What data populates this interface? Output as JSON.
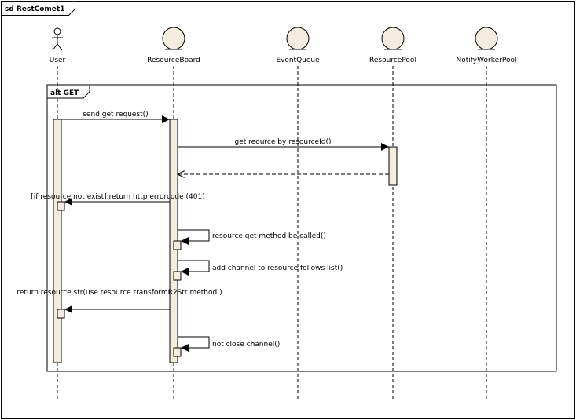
{
  "frame": {
    "title": "sd RestComet1"
  },
  "lifelines": [
    {
      "id": "user",
      "name": "User",
      "kind": "actor"
    },
    {
      "id": "board",
      "name": "ResourceBoard",
      "kind": "entity"
    },
    {
      "id": "queue",
      "name": "EventQueue",
      "kind": "entity"
    },
    {
      "id": "pool",
      "name": "ResourcePool",
      "kind": "entity"
    },
    {
      "id": "worker",
      "name": "NotifyWorkerPool",
      "kind": "entity"
    }
  ],
  "fragment": {
    "operator": "alt GET"
  },
  "messages": [
    {
      "id": "m1",
      "from": "user",
      "to": "board",
      "label": "send get request()",
      "type": "sync"
    },
    {
      "id": "m2",
      "from": "board",
      "to": "pool",
      "label": "get reource by resourceId()",
      "type": "sync"
    },
    {
      "id": "m3",
      "from": "pool",
      "to": "board",
      "label": "",
      "type": "return"
    },
    {
      "id": "m4",
      "from": "board",
      "to": "user",
      "label": "[if resource not exist]:return http errorcode (401)",
      "type": "sync"
    },
    {
      "id": "m5",
      "from": "board",
      "to": "board",
      "label": "resource get method be called()",
      "type": "self"
    },
    {
      "id": "m6",
      "from": "board",
      "to": "board",
      "label": "add channel to resource follows list()",
      "type": "self"
    },
    {
      "id": "m7",
      "from": "board",
      "to": "user",
      "label": "return resource str(use resource transformR2Str method )",
      "type": "sync"
    },
    {
      "id": "m8",
      "from": "board",
      "to": "board",
      "label": "not close channel()",
      "type": "self"
    }
  ],
  "colors": {
    "line": "#000000",
    "activation_fill": "#f5ece0",
    "entity_fill": "#f5ece0",
    "background": "#ffffff"
  }
}
